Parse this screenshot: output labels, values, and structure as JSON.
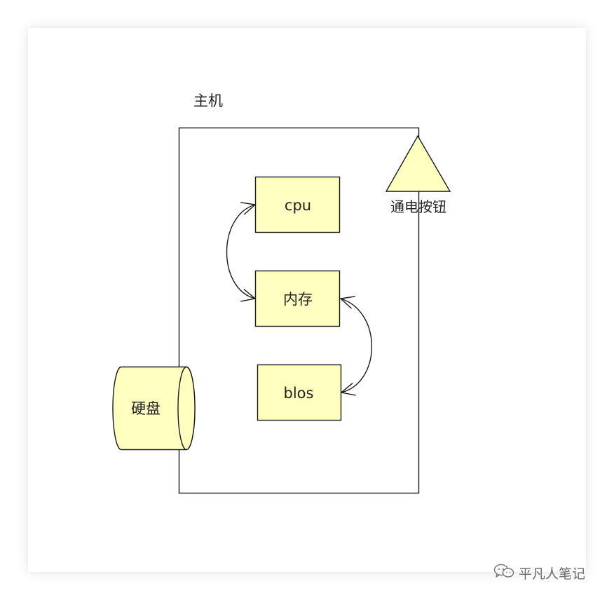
{
  "diagram": {
    "host_label": "主机",
    "power_button_label": "通电按钮",
    "cpu_label": "cpu",
    "memory_label": "内存",
    "bios_label": "blos",
    "disk_label": "硬盘"
  },
  "colors": {
    "node_fill": "#ffffc0",
    "stroke": "#1a1a1a",
    "background": "#ffffff"
  },
  "watermark": {
    "icon": "wechat-icon",
    "text": "平凡人笔记"
  }
}
